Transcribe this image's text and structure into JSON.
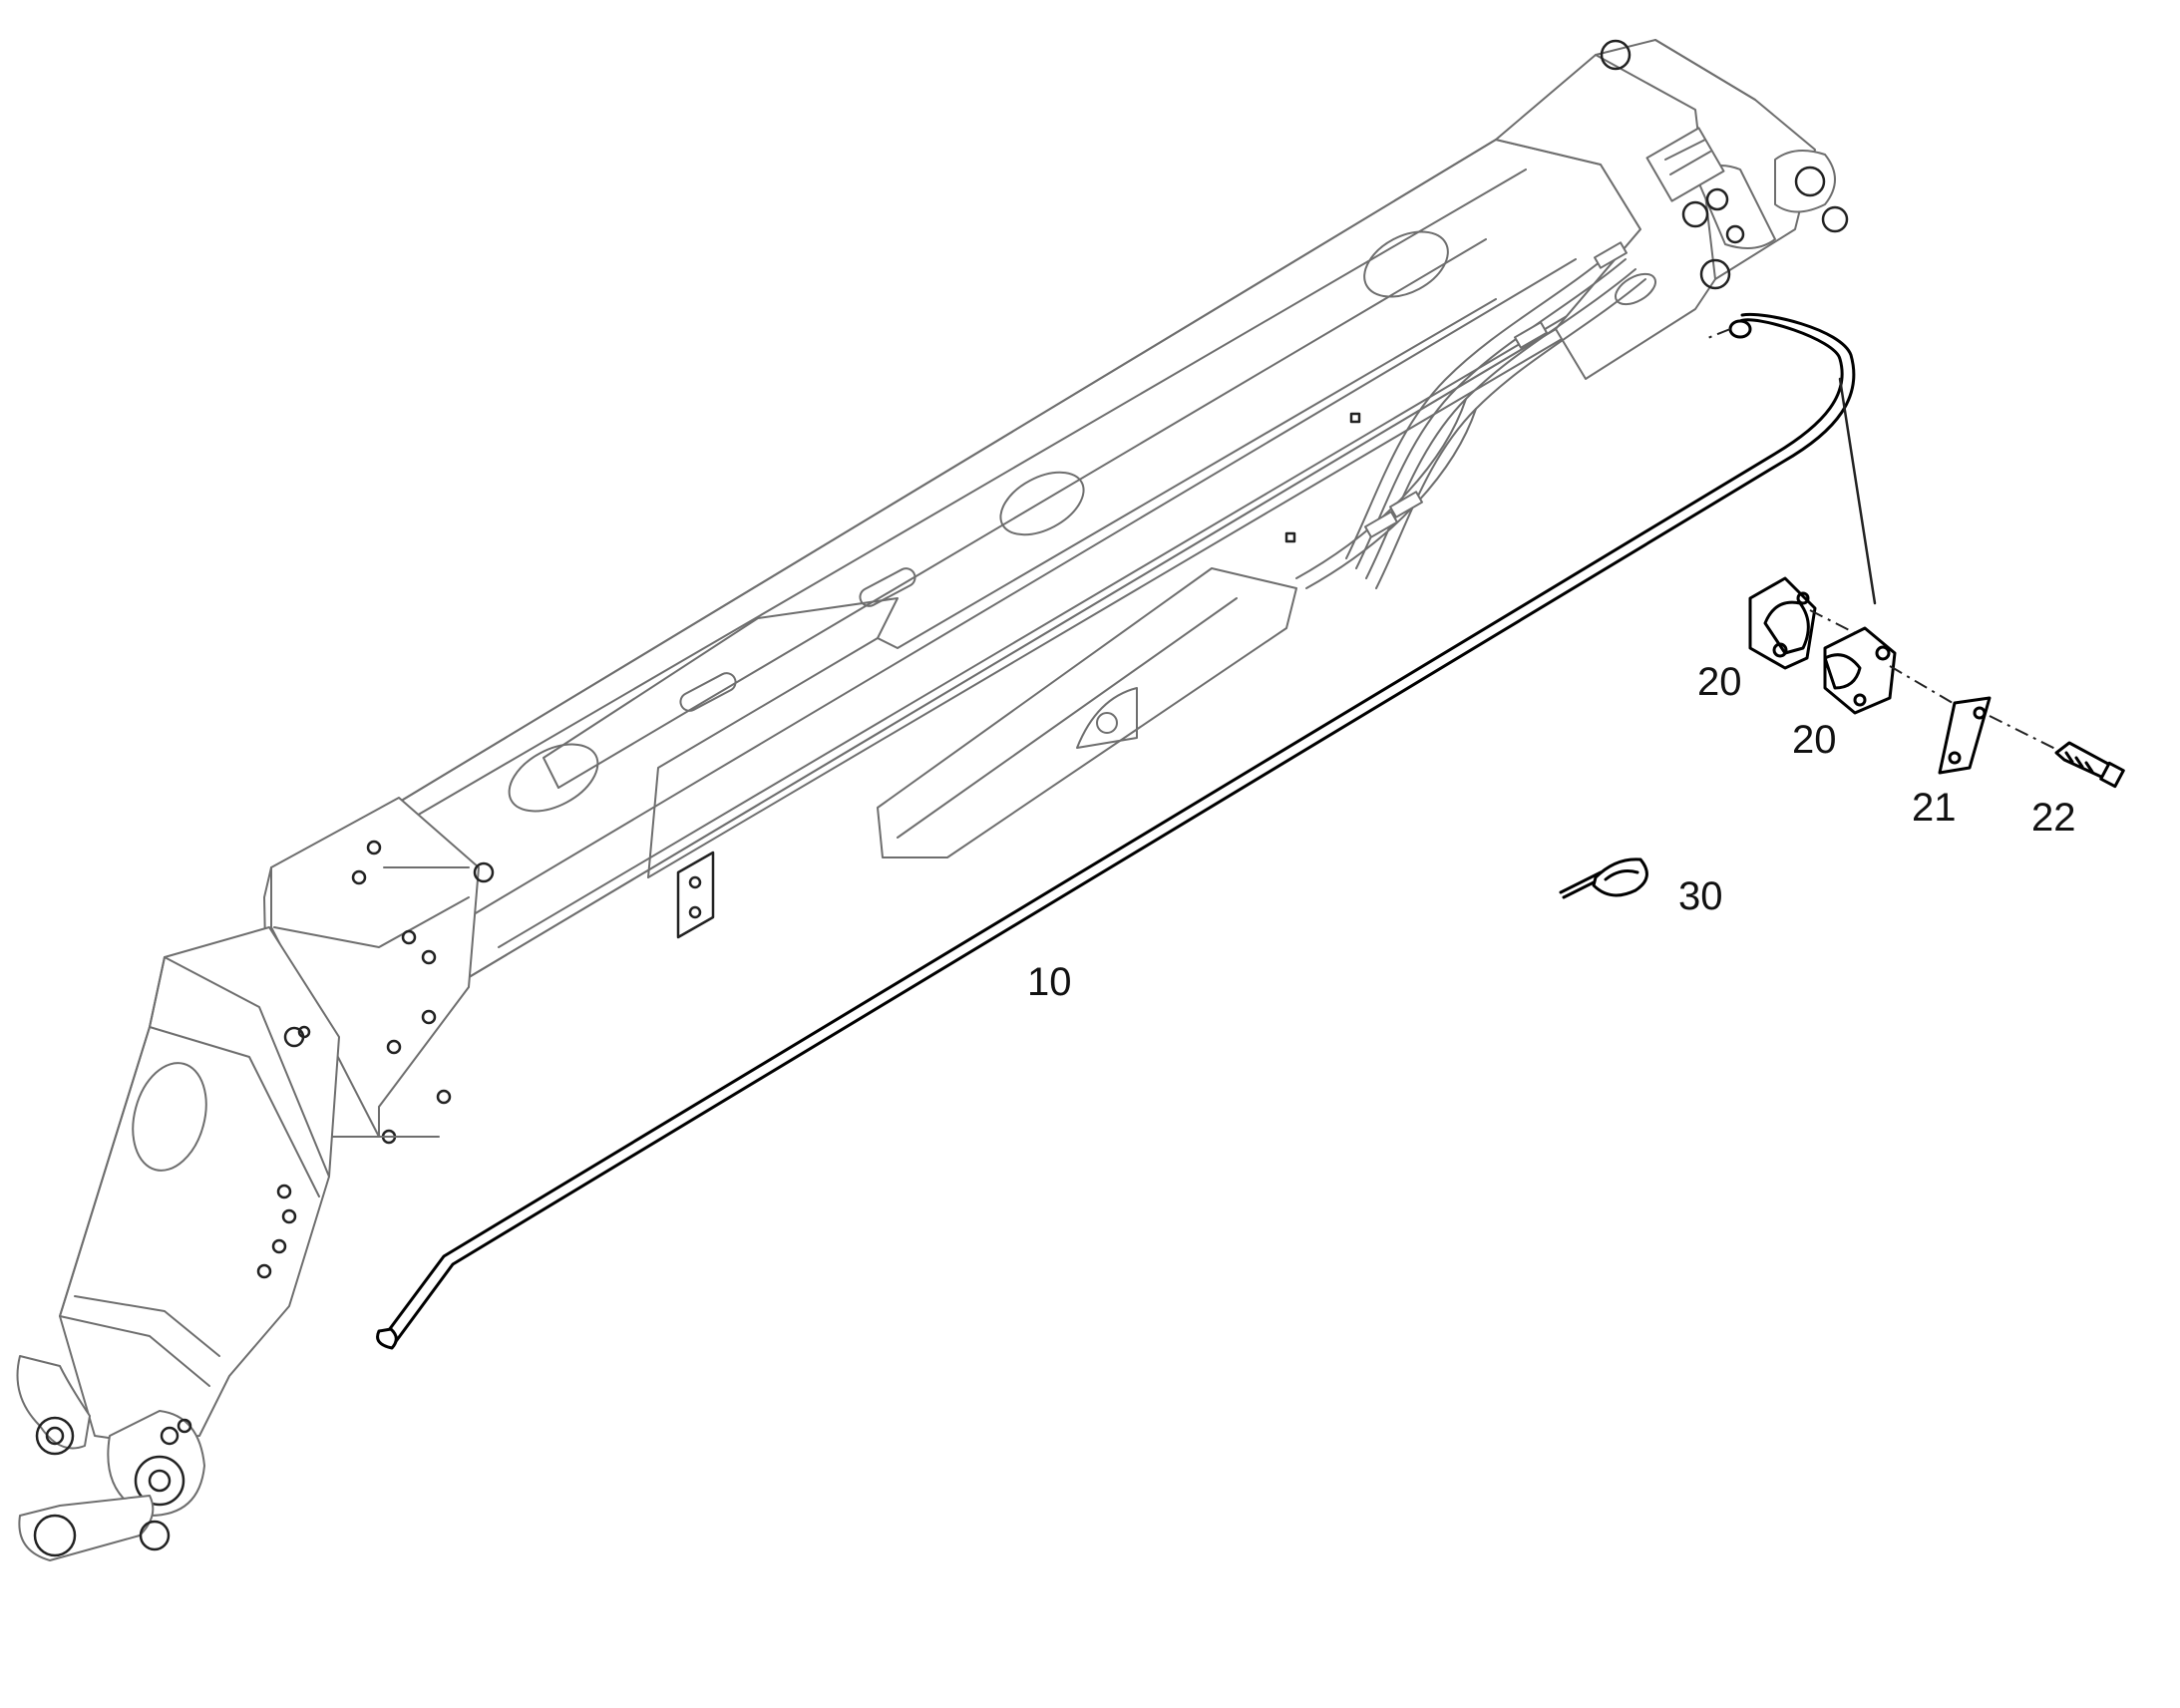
{
  "diagram": {
    "labels": {
      "hydraulic_pipe": "10",
      "clamp_half_a": "20",
      "clamp_half_b": "20",
      "cover_plate": "21",
      "bolt": "22",
      "cable_tie": "30"
    }
  }
}
